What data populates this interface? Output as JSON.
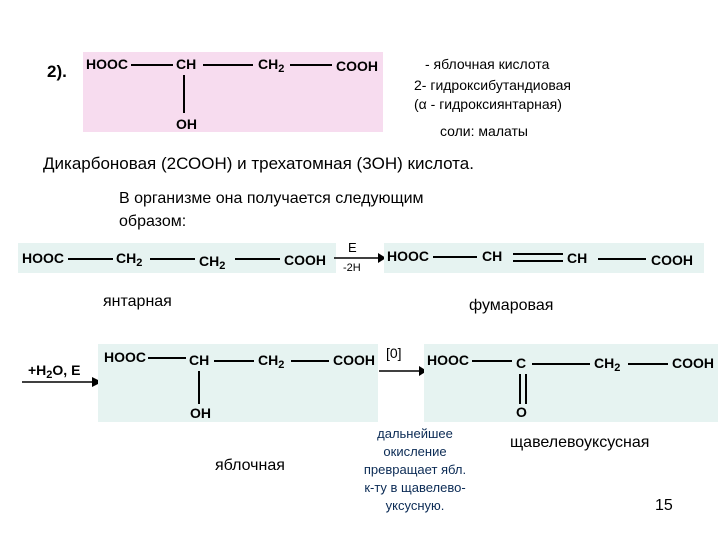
{
  "top": {
    "number": "2).",
    "formula": {
      "hooc": "HOOC",
      "ch": "CH",
      "ch2_base": "CH",
      "ch2_sub": "2",
      "cooh": "COOH",
      "oh": "OH"
    },
    "desc_line1": "- яблочная кислота",
    "desc_line2": "2- гидроксибутандиовая",
    "desc_line3": "(α - гидроксиянтарная)",
    "salts": "соли: малаты"
  },
  "statement": "Дикарбоновая (2СООН) и трехатомная (3ОН) кислота.",
  "origin": {
    "line1": "В организме она получается следующим",
    "line2": "образом:"
  },
  "reaction1": {
    "left": {
      "hooc": "HOOC",
      "ch2a_base": "CH",
      "ch2a_sub": "2",
      "ch2b_base": "CH",
      "ch2b_sub": "2",
      "cooh": "COOH"
    },
    "arrow_top": "E",
    "arrow_bottom": "-2H",
    "right": {
      "hooc": "HOOC",
      "ch1": "CH",
      "ch2": "CH",
      "cooh": "COOH"
    },
    "left_name": "янтарная",
    "right_name": "фумаровая"
  },
  "reaction2": {
    "reagent_base": "+H",
    "reagent_sub": "2",
    "reagent_rest": "O, E",
    "malic": {
      "hooc": "HOOC",
      "ch": "CH",
      "ch2_base": "CH",
      "ch2_sub": "2",
      "cooh": "COOH",
      "oh": "OH"
    },
    "arrow_mark": "[0]",
    "oxalo": {
      "hooc": "HOOC",
      "c": "C",
      "ch2_base": "CH",
      "ch2_sub": "2",
      "cooh": "COOH",
      "o": "O"
    },
    "malic_name": "яблочная",
    "oxalo_name": "щавелевоуксусная",
    "note_lines": [
      "дальнейшее",
      "окисление",
      "превращает ябл.",
      "к-ту в щавелево-",
      "уксусную."
    ]
  },
  "page_number": "15",
  "colors": {
    "pink": "#f7dcef",
    "mint": "#e6f3f1",
    "note": "#0b2b55"
  }
}
